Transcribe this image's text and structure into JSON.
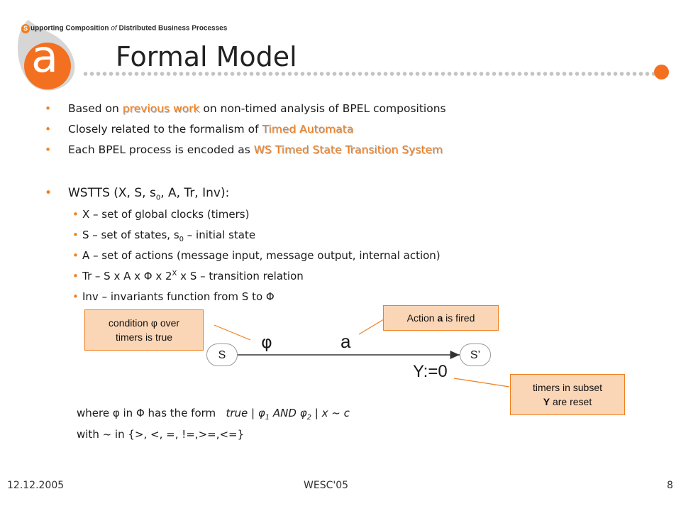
{
  "header": {
    "tagline_s": "S",
    "tagline_1": "upporting  Composition",
    "tagline_of": " of ",
    "tagline_2": "Distributed  Business  Processes",
    "logo_letter": "a",
    "title": "Formal Model"
  },
  "bullets": [
    {
      "pre": "Based on ",
      "hl": "previous work",
      "post": " on non-timed analysis of BPEL compositions"
    },
    {
      "pre": "Closely related to the formalism of ",
      "hl": "Timed Automata",
      "post": ""
    },
    {
      "pre": "Each BPEL process is encoded as ",
      "hl": "WS Timed State Transition System",
      "post": ""
    }
  ],
  "wstts": {
    "head_pre": "WSTTS (X, S, s",
    "head_sub": "0",
    "head_post": ", A, Tr, Inv):",
    "items": {
      "x": "X – set of global clocks (timers)",
      "s_pre": "S – set of states, s",
      "s_sub": "0",
      "s_post": " – initial state",
      "a": "A – set of actions (message input, message output, internal action)",
      "tr_pre": "Tr – S x A x Φ x 2",
      "tr_sup": "X",
      "tr_post": " x S – transition relation",
      "inv": "Inv – invariants function  from S to Φ"
    }
  },
  "diagram": {
    "callout_condition_1": "condition φ over",
    "callout_condition_2": "timers is true",
    "callout_action_pre": "Action ",
    "callout_action_bold": "a",
    "callout_action_post": " is fired",
    "callout_reset_1": "timers in subset",
    "callout_reset_bold": "Y",
    "callout_reset_2": " are reset",
    "state_from": "S",
    "state_to": "S’",
    "label_phi": "φ",
    "label_a": "a",
    "label_reset": "Y:=0"
  },
  "formula": {
    "line1_pre": "where φ in Φ has the form   ",
    "line1_true": "true",
    "line1_bar1": " | ",
    "line1_phi1": "φ",
    "line1_sub1": "1",
    "line1_and": " AND ",
    "line1_phi2": "φ",
    "line1_sub2": "2",
    "line1_bar2": " | ",
    "line1_tail": "x ~ c",
    "line2": "with ~  in {>, <, =, !=,>=,<=}"
  },
  "footer": {
    "date": "12.12.2005",
    "event": "WESC'05",
    "page": "8"
  },
  "colors": {
    "accent": "#f07f1f",
    "callout_fill": "#fbd6b6",
    "dots": "#c4c4c4"
  }
}
